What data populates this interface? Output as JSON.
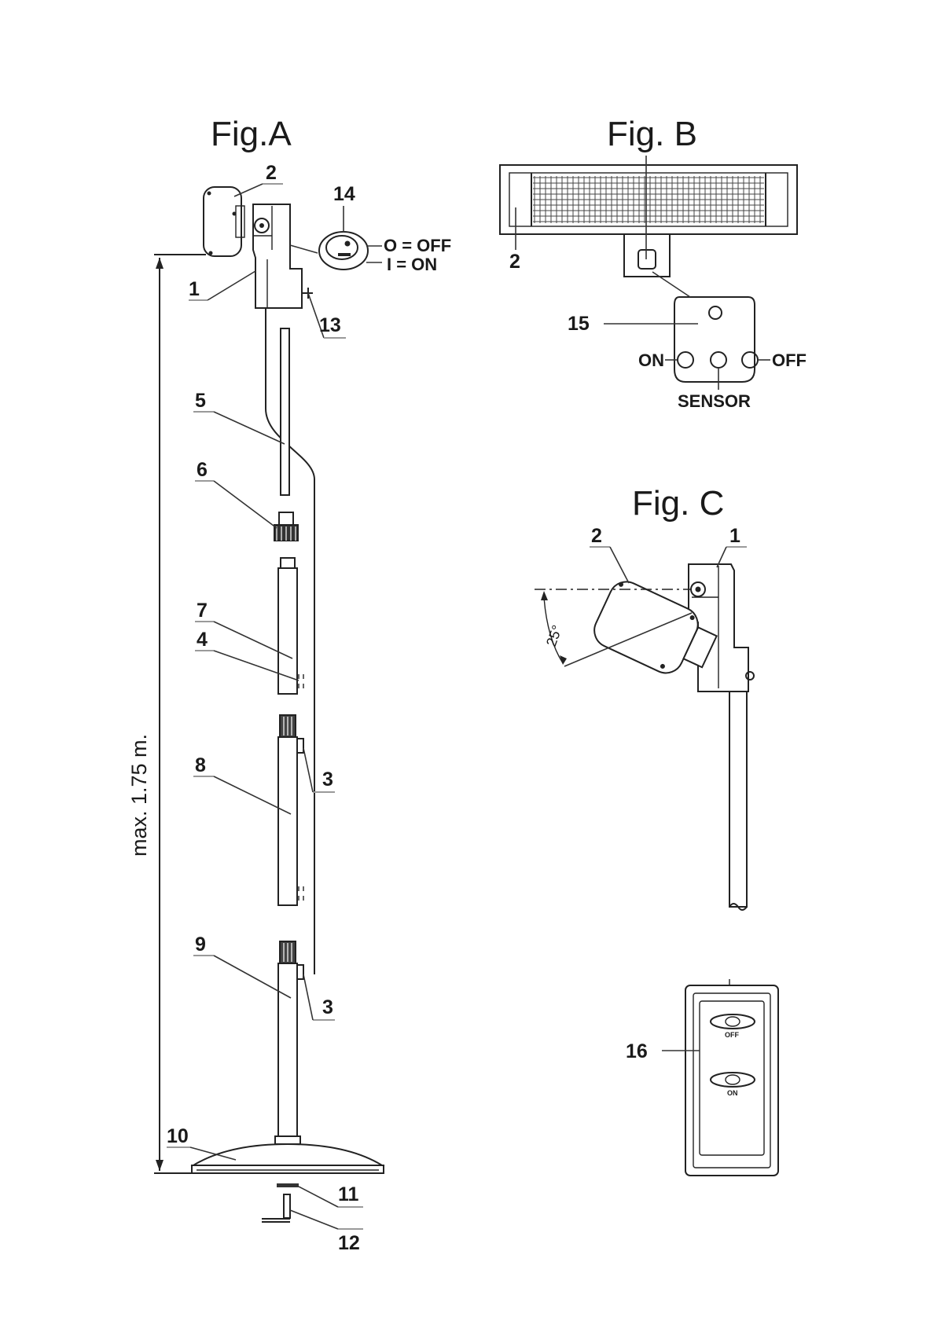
{
  "figures": {
    "a": {
      "title": "Fig.A",
      "height_label": "max. 1.75 m.",
      "switch_off": "O = OFF",
      "switch_on": "I  = ON",
      "labels": {
        "l1": "1",
        "l2": "2",
        "l3a": "3",
        "l3b": "3",
        "l4": "4",
        "l5": "5",
        "l6": "6",
        "l7": "7",
        "l8": "8",
        "l9": "9",
        "l10": "10",
        "l11": "11",
        "l12": "12",
        "l13": "13",
        "l14": "14"
      }
    },
    "b": {
      "title": "Fig. B",
      "labels": {
        "l2": "2",
        "l15": "15"
      },
      "on": "ON",
      "off": "OFF",
      "sensor": "SENSOR"
    },
    "c": {
      "title": "Fig. C",
      "labels": {
        "l1": "1",
        "l2": "2"
      },
      "angle": "25°"
    },
    "remote": {
      "label": "16",
      "off": "OFF",
      "on": "ON"
    }
  }
}
